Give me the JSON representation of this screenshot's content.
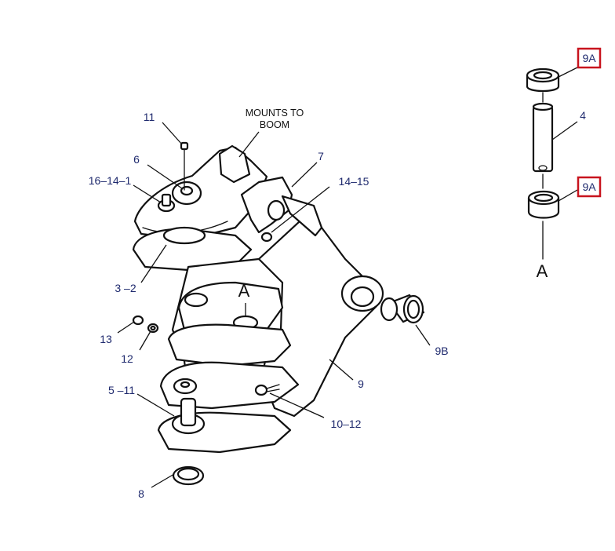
{
  "diagram": {
    "callouts": {
      "c11": "11",
      "c6": "6",
      "c16_14_1": "16–14–1",
      "c3_2": "3 –2",
      "c7": "7",
      "c14_15": "14–15",
      "c13": "13",
      "c12": "12",
      "c5_11": "5 –11",
      "c8": "8",
      "c9": "9",
      "c9b": "9B",
      "c10_12": "10–12",
      "c4": "4",
      "c9a_top": "9A",
      "c9a_bottom": "9A"
    },
    "note": {
      "line1": "MOUNTS TO",
      "line2": "BOOM"
    },
    "view_labels": {
      "inline": "A",
      "detail": "A"
    },
    "highlight_color": "#c8141e",
    "callout_color": "#1f2a6e"
  }
}
